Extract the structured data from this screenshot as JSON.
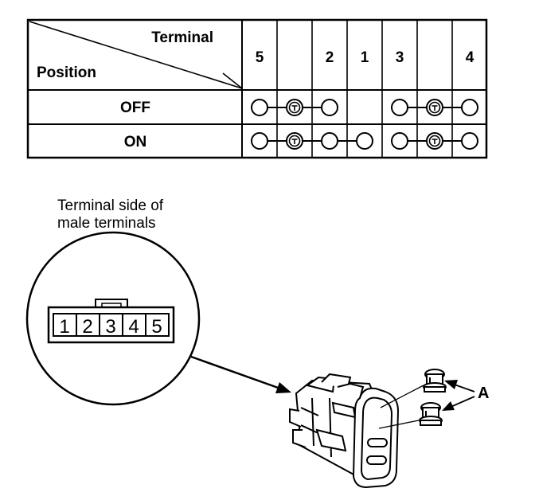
{
  "table": {
    "header_terminal": "Terminal",
    "header_position": "Position",
    "columns": [
      {
        "label": "5"
      },
      {
        "label": ""
      },
      {
        "label": "2"
      },
      {
        "label": "1"
      },
      {
        "label": "3"
      },
      {
        "label": ""
      },
      {
        "label": "4"
      }
    ],
    "rows": [
      {
        "position": "OFF",
        "circles": [
          0,
          1,
          2,
          4,
          5,
          6
        ],
        "bulbs": [
          1,
          5
        ],
        "links": [
          [
            0,
            1
          ],
          [
            1,
            2
          ],
          [
            4,
            5
          ],
          [
            5,
            6
          ]
        ]
      },
      {
        "position": "ON",
        "circles": [
          0,
          1,
          2,
          3,
          4,
          5,
          6
        ],
        "bulbs": [
          1,
          5
        ],
        "links": [
          [
            0,
            1
          ],
          [
            1,
            2
          ],
          [
            2,
            3
          ],
          [
            4,
            5
          ],
          [
            5,
            6
          ]
        ]
      }
    ]
  },
  "connector": {
    "caption_line1": "Terminal side of",
    "caption_line2": "male terminals",
    "pins": [
      "1",
      "2",
      "3",
      "4",
      "5"
    ]
  },
  "callout": {
    "label": "A"
  }
}
